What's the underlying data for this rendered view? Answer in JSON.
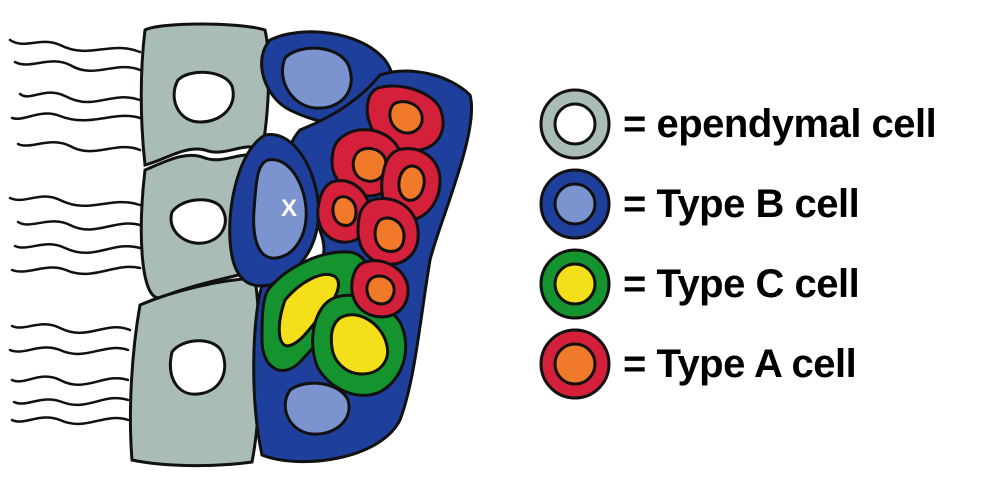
{
  "diagram": {
    "marker_label": "X",
    "colors": {
      "ependymal_outer": "#a9bcb6",
      "ependymal_inner": "#ffffff",
      "type_b_outer": "#1f3f9c",
      "type_b_inner": "#7b94cf",
      "type_c_outer": "#14932f",
      "type_c_inner": "#f3e01b",
      "type_a_outer": "#d4203a",
      "type_a_inner": "#f07a2a",
      "outline": "#111111"
    }
  },
  "legend": {
    "items": [
      {
        "key": "ependymal",
        "label": "= ependymal cell"
      },
      {
        "key": "type_b",
        "label": "= Type B cell"
      },
      {
        "key": "type_c",
        "label": "= Type C cell"
      },
      {
        "key": "type_a",
        "label": "= Type A cell"
      }
    ]
  }
}
